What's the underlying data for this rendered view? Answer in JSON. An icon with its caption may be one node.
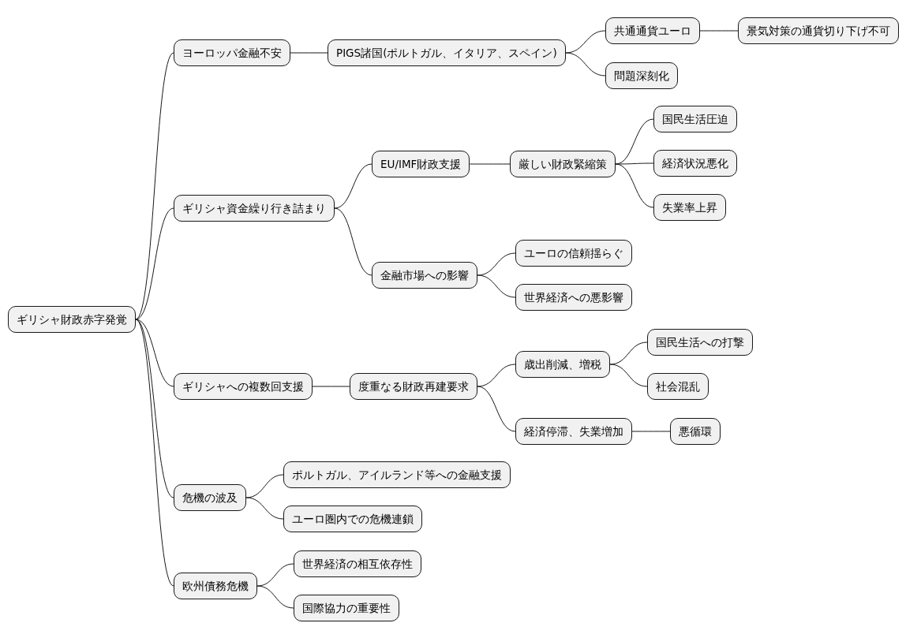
{
  "diagram": {
    "nodes": [
      {
        "text": [
          "ギリシャ財政赤字発覚"
        ]
      },
      {
        "text": [
          "ヨーロッパ金融不安"
        ]
      },
      {
        "text": [
          "PIGS諸国(ポルトガル、イタリア、スペイン)"
        ]
      },
      {
        "text": [
          "共通通貨ユーロ"
        ]
      },
      {
        "text": [
          "景気対策の通貨切り下げ不可"
        ]
      },
      {
        "text": [
          "問題深刻化"
        ]
      },
      {
        "text": [
          "ギリシャ資金繰り行き詰まり"
        ]
      },
      {
        "text": [
          "EU/IMF財政支援"
        ]
      },
      {
        "text": [
          "厳しい財政緊縮策"
        ]
      },
      {
        "text": [
          "国民生活圧迫"
        ]
      },
      {
        "text": [
          "経済状況悪化"
        ]
      },
      {
        "text": [
          "失業率上昇"
        ]
      },
      {
        "text": [
          "金融市場への影響"
        ]
      },
      {
        "text": [
          "ユーロの信頼揺らぐ"
        ]
      },
      {
        "text": [
          "世界経済への悪影響"
        ]
      },
      {
        "text": [
          "ギリシャへの複数回支援"
        ]
      },
      {
        "text": [
          "度重なる財政再建要求"
        ]
      },
      {
        "text": [
          "歳出削減、増税"
        ]
      },
      {
        "text": [
          "国民生活への打撃"
        ]
      },
      {
        "text": [
          "社会混乱"
        ]
      },
      {
        "text": [
          "経済停滞、失業増加"
        ]
      },
      {
        "text": [
          "悪循環"
        ]
      },
      {
        "text": [
          "危機の波及"
        ]
      },
      {
        "text": [
          "ポルトガル、アイルランド等への金融支援"
        ]
      },
      {
        "text": [
          "ユーロ圏内での危機連鎖"
        ]
      },
      {
        "text": [
          "欧州債務危機"
        ]
      },
      {
        "text": [
          "世界経済の相互依存性"
        ]
      },
      {
        "text": [
          "国際協力の重要性"
        ]
      }
    ],
    "edges": [
      {
        "from": 0,
        "to": 1,
        "arrow": "none"
      },
      {
        "from": 1,
        "to": 2,
        "arrow": "none"
      },
      {
        "from": 2,
        "to": 3,
        "arrow": "none"
      },
      {
        "from": 3,
        "to": 4,
        "arrow": "none"
      },
      {
        "from": 2,
        "to": 5,
        "arrow": "none"
      },
      {
        "from": 0,
        "to": 6,
        "arrow": "none"
      },
      {
        "from": 6,
        "to": 7,
        "arrow": "none"
      },
      {
        "from": 7,
        "to": 8,
        "arrow": "none"
      },
      {
        "from": 8,
        "to": 9,
        "arrow": "none"
      },
      {
        "from": 8,
        "to": 10,
        "arrow": "none"
      },
      {
        "from": 8,
        "to": 11,
        "arrow": "none"
      },
      {
        "from": 6,
        "to": 12,
        "arrow": "none"
      },
      {
        "from": 12,
        "to": 13,
        "arrow": "none"
      },
      {
        "from": 12,
        "to": 14,
        "arrow": "none"
      },
      {
        "from": 0,
        "to": 15,
        "arrow": "none"
      },
      {
        "from": 15,
        "to": 16,
        "arrow": "none"
      },
      {
        "from": 16,
        "to": 17,
        "arrow": "none"
      },
      {
        "from": 17,
        "to": 18,
        "arrow": "none"
      },
      {
        "from": 17,
        "to": 19,
        "arrow": "none"
      },
      {
        "from": 16,
        "to": 20,
        "arrow": "none"
      },
      {
        "from": 20,
        "to": 21,
        "arrow": "none"
      },
      {
        "from": 0,
        "to": 22,
        "arrow": "none"
      },
      {
        "from": 22,
        "to": 23,
        "arrow": "none"
      },
      {
        "from": 22,
        "to": 24,
        "arrow": "none"
      },
      {
        "from": 0,
        "to": 25,
        "arrow": "none"
      },
      {
        "from": 25,
        "to": 26,
        "arrow": "none"
      },
      {
        "from": 25,
        "to": 27,
        "arrow": "none"
      }
    ]
  }
}
